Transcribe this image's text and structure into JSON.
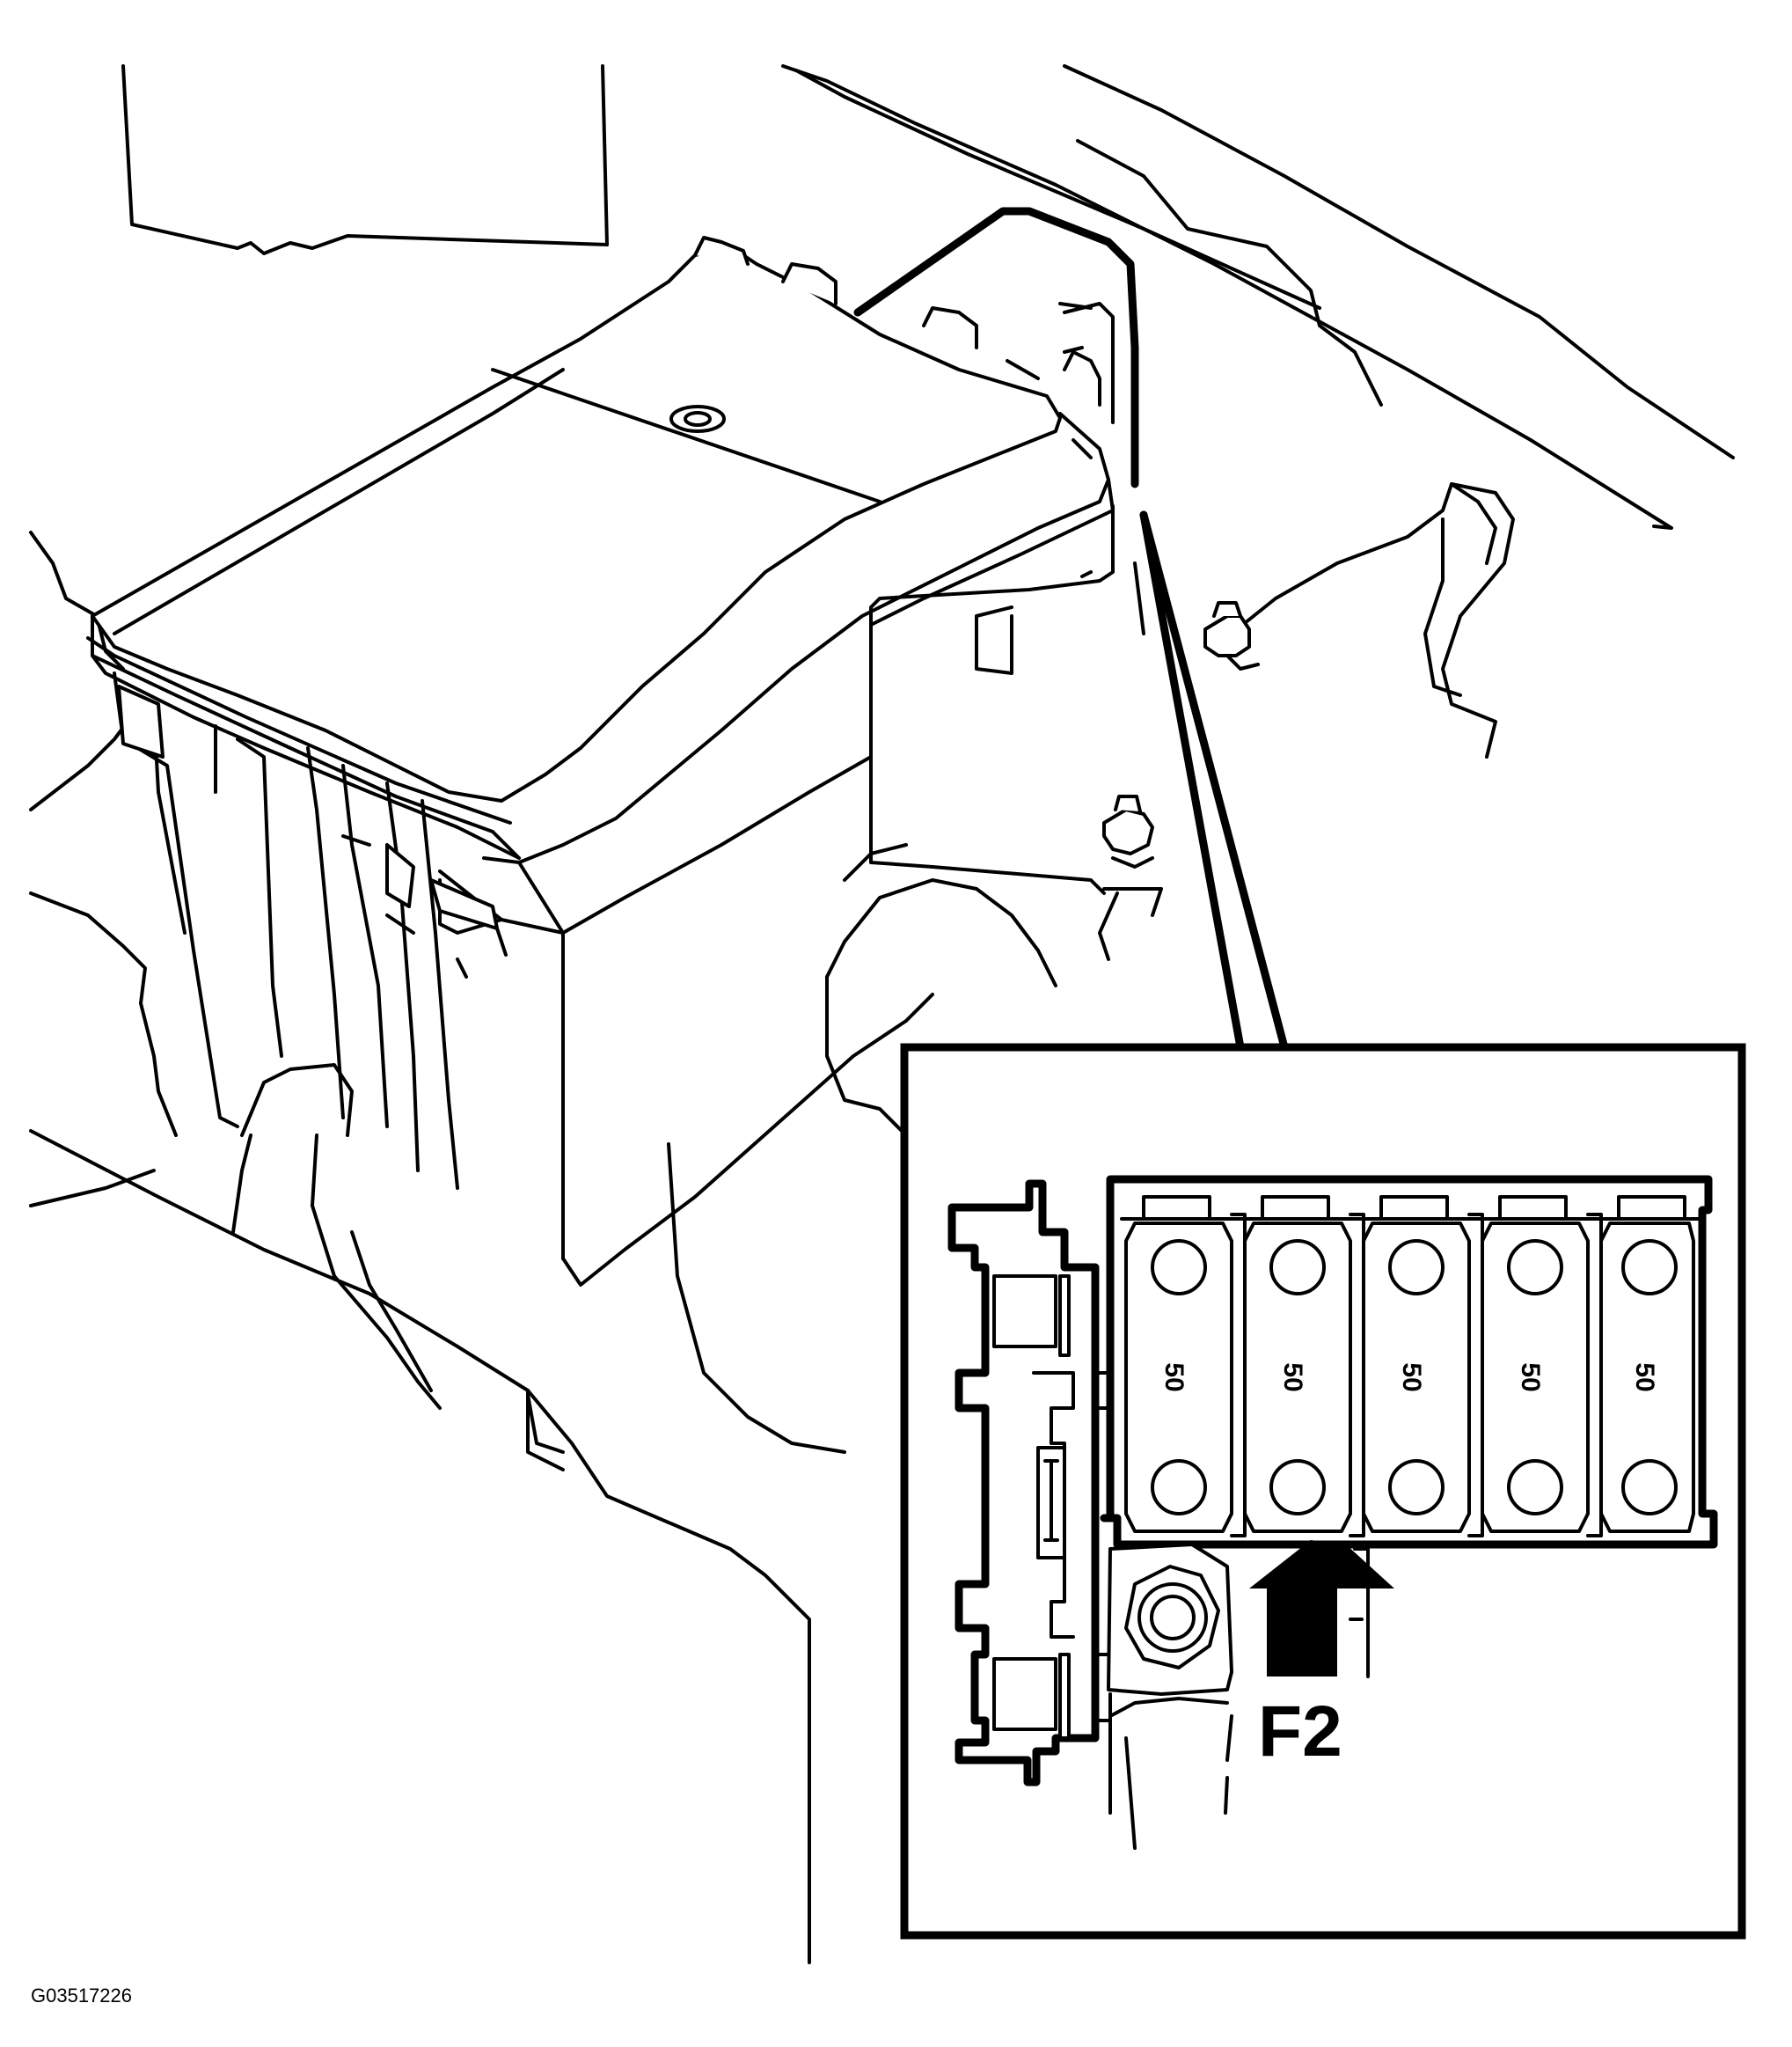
{
  "figure": {
    "code": "G03517226"
  },
  "callout": {
    "label": "F2"
  },
  "fuses": [
    {
      "rating": "50"
    },
    {
      "rating": "50"
    },
    {
      "rating": "50"
    },
    {
      "rating": "50"
    },
    {
      "rating": "50"
    }
  ],
  "colors": {
    "line": "#000000",
    "background": "#ffffff"
  }
}
